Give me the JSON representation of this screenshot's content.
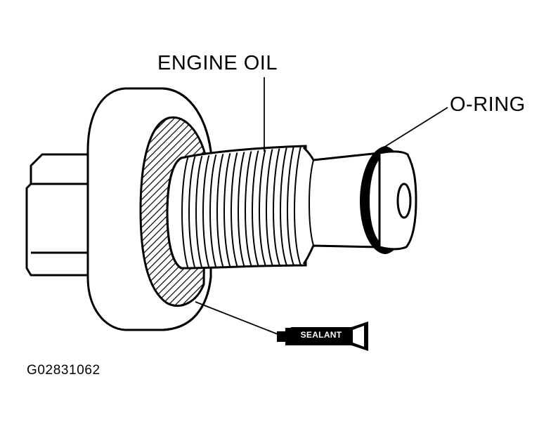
{
  "labels": {
    "engine_oil": "ENGINE OIL",
    "o_ring": "O-RING",
    "sealant": "SEALANT"
  },
  "figure_code": "G02831062",
  "colors": {
    "ink": "#000000",
    "background": "#ffffff"
  }
}
